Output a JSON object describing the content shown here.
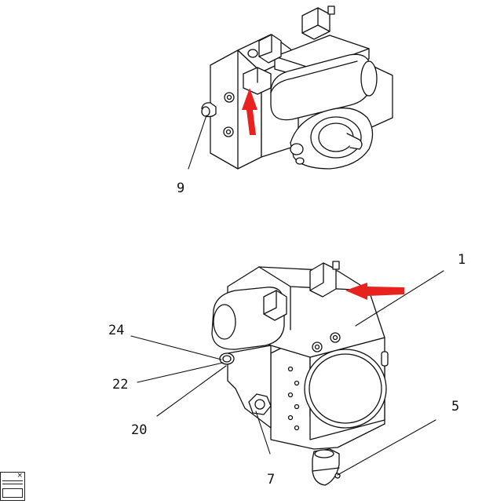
{
  "diagram": {
    "callouts": [
      "9",
      "1",
      "24",
      "22",
      "20",
      "5",
      "7"
    ],
    "arrow_color": "#e8231f",
    "line_color": "#111111",
    "fill_color": "#ffffff"
  },
  "mini_window": {
    "close_glyph": "×"
  }
}
